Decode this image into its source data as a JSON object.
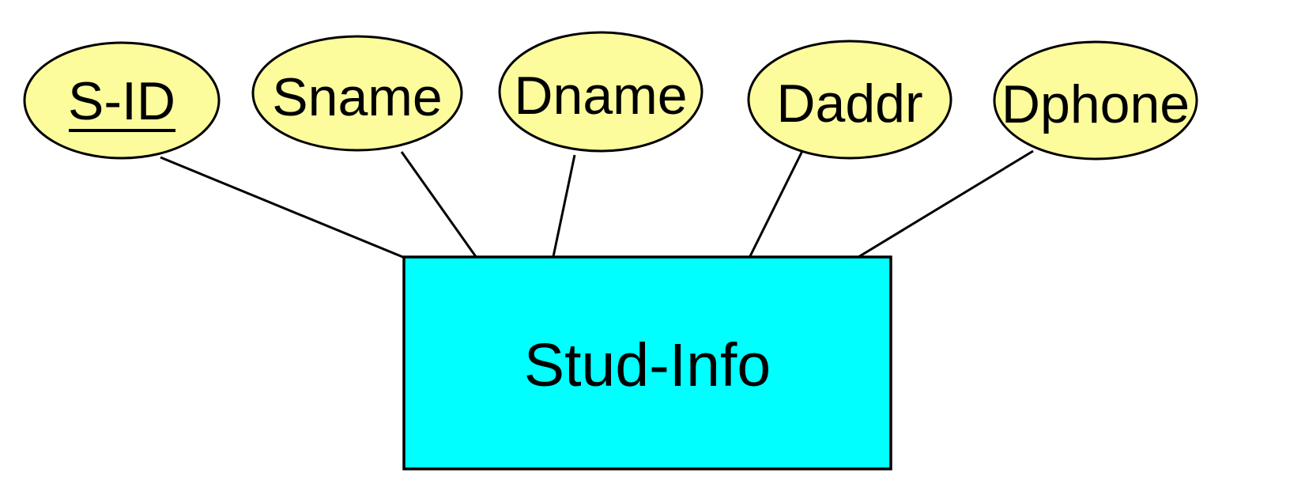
{
  "diagram": {
    "type": "er-attribute-diagram",
    "entity": {
      "label": "Stud-Info",
      "shape": "rectangle"
    },
    "attributes": [
      {
        "label": "S-ID",
        "underlined": true,
        "shape": "ellipse"
      },
      {
        "label": "Sname",
        "underlined": false,
        "shape": "ellipse"
      },
      {
        "label": "Dname",
        "underlined": false,
        "shape": "ellipse"
      },
      {
        "label": "Daddr",
        "underlined": false,
        "shape": "ellipse"
      },
      {
        "label": "Dphone",
        "underlined": false,
        "shape": "ellipse"
      }
    ],
    "connector_count": 5,
    "colors": {
      "attribute_fill": "#FCFC9D",
      "attribute_stroke": "#000000",
      "entity_fill": "#00FFFF",
      "entity_stroke": "#000000",
      "connector": "#000000",
      "text": "#000000",
      "background": "#FFFFFF"
    }
  }
}
